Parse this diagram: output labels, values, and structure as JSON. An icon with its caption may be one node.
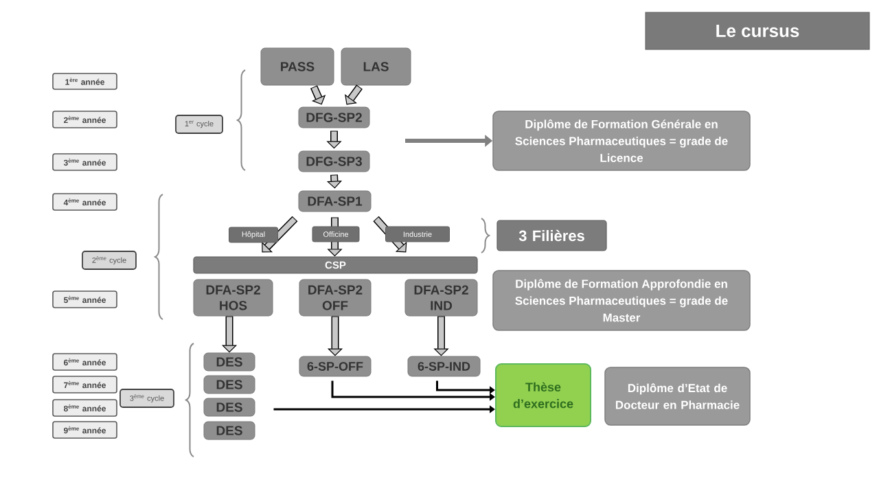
{
  "diagram": {
    "title": "Le cursus",
    "nodes": [
      {
        "text": [
          "1$^{ère}$ année"
        ]
      },
      {
        "text": [
          "2$^{ème}$ année"
        ]
      },
      {
        "text": [
          "3$^{ème}$ année"
        ]
      },
      {
        "text": [
          "4$^{ème}$ année"
        ]
      },
      {
        "text": [
          "5$^{ème}$ année"
        ]
      },
      {
        "text": [
          "6$^{ème}$ année"
        ]
      },
      {
        "text": [
          "7$^{ème}$ année"
        ]
      },
      {
        "text": [
          "8$^{ème}$ année"
        ]
      },
      {
        "text": [
          "9$^{ème}$ année"
        ]
      },
      {
        "text": [
          "1$^{er}$ cycle"
        ]
      },
      {
        "text": [
          "2$^{ème}$ cycle"
        ]
      },
      {
        "text": [
          "3$^{ème}$ cycle"
        ]
      },
      {
        "text": [
          "PASS"
        ]
      },
      {
        "text": [
          "LAS"
        ]
      },
      {
        "text": [
          "DFG-SP2"
        ]
      },
      {
        "text": [
          "DFG-SP3"
        ]
      },
      {
        "text": [
          "DFA-SP1"
        ]
      },
      {
        "text": [
          "CSP"
        ]
      },
      {
        "text": [
          "DFA-SP2 HOS"
        ]
      },
      {
        "text": [
          "DFA-SP2 OFF"
        ]
      },
      {
        "text": [
          "DFA-SP2 IND"
        ]
      },
      {
        "text": [
          "DES"
        ]
      },
      {
        "text": [
          "DES"
        ]
      },
      {
        "text": [
          "DES"
        ]
      },
      {
        "text": [
          "DES"
        ]
      },
      {
        "text": [
          "6-SP-OFF"
        ]
      },
      {
        "text": [
          "6-SP-IND"
        ]
      },
      {
        "text": [
          "Diplôme de Formation Générale en Sciences Pharmaceutiques = grade de Licence"
        ]
      },
      {
        "text": [
          "3 Filières"
        ]
      },
      {
        "text": [
          "Diplôme de Formation Approfondie en Sciences Pharmaceutiques = grade de Master"
        ]
      },
      {
        "text": [
          "Thèse d’exercice"
        ]
      },
      {
        "text": [
          "Diplôme d’Etat de Docteur en Pharmacie"
        ]
      }
    ],
    "edges": [
      {
        "from": 12,
        "to": 14,
        "arrow": "to"
      },
      {
        "from": 13,
        "to": 14,
        "arrow": "to"
      },
      {
        "from": 14,
        "to": 15,
        "arrow": "to"
      },
      {
        "from": 15,
        "to": 16,
        "arrow": "to"
      },
      {
        "from": 16,
        "to": 17,
        "arrow": "to",
        "label": "Hôpital"
      },
      {
        "from": 16,
        "to": 17,
        "arrow": "to",
        "label": "Officine"
      },
      {
        "from": 16,
        "to": 17,
        "arrow": "to",
        "label": "Industrie"
      },
      {
        "from": 18,
        "to": 21,
        "arrow": "to"
      },
      {
        "from": 19,
        "to": 25,
        "arrow": "to"
      },
      {
        "from": 20,
        "to": 26,
        "arrow": "to"
      },
      {
        "from": 26,
        "to": 30,
        "arrow": "to",
        "color": "#000000"
      },
      {
        "from": 25,
        "to": 30,
        "arrow": "to",
        "color": "#000000"
      },
      {
        "from": 23,
        "to": 30,
        "arrow": "to",
        "color": "#000000"
      },
      {
        "from": null,
        "to": 27,
        "arrow": "to",
        "color": "#808080"
      }
    ]
  }
}
